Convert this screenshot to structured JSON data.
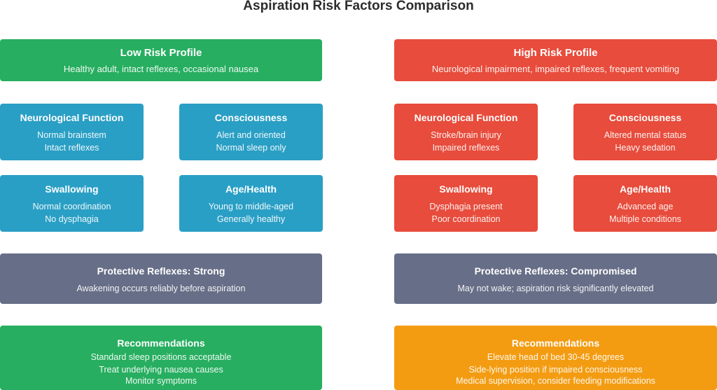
{
  "title": "Aspiration Risk Factors Comparison",
  "colors": {
    "low_profile": "#27ae60",
    "high_profile": "#e74c3c",
    "low_factor": "#2a9fc5",
    "high_factor": "#e74c3c",
    "reflex": "#676e87",
    "low_recs": "#27ae60",
    "high_recs": "#f39c12"
  },
  "low": {
    "profile": {
      "title": "Low Risk Profile",
      "text": "Healthy adult, intact reflexes, occasional nausea"
    },
    "factors": [
      {
        "title": "Neurological Function",
        "lines": [
          "Normal brainstem",
          "Intact reflexes"
        ]
      },
      {
        "title": "Consciousness",
        "lines": [
          "Alert and oriented",
          "Normal sleep only"
        ]
      },
      {
        "title": "Swallowing",
        "lines": [
          "Normal coordination",
          "No dysphagia"
        ]
      },
      {
        "title": "Age/Health",
        "lines": [
          "Young to middle-aged",
          "Generally healthy"
        ]
      }
    ],
    "reflexes": {
      "title": "Protective Reflexes: Strong",
      "text": "Awakening occurs reliably before aspiration"
    },
    "recommendations": {
      "title": "Recommendations",
      "lines": [
        "Standard sleep positions acceptable",
        "Treat underlying nausea causes",
        "Monitor symptoms"
      ]
    }
  },
  "high": {
    "profile": {
      "title": "High Risk Profile",
      "text": "Neurological impairment, impaired reflexes, frequent vomiting"
    },
    "factors": [
      {
        "title": "Neurological Function",
        "lines": [
          "Stroke/brain injury",
          "Impaired reflexes"
        ]
      },
      {
        "title": "Consciousness",
        "lines": [
          "Altered mental status",
          "Heavy sedation"
        ]
      },
      {
        "title": "Swallowing",
        "lines": [
          "Dysphagia present",
          "Poor coordination"
        ]
      },
      {
        "title": "Age/Health",
        "lines": [
          "Advanced age",
          "Multiple conditions"
        ]
      }
    ],
    "reflexes": {
      "title": "Protective Reflexes: Compromised",
      "text": "May not wake; aspiration risk significantly elevated"
    },
    "recommendations": {
      "title": "Recommendations",
      "lines": [
        "Elevate head of bed 30-45 degrees",
        "Side-lying position if impaired consciousness",
        "Medical supervision, consider feeding modifications"
      ]
    }
  }
}
